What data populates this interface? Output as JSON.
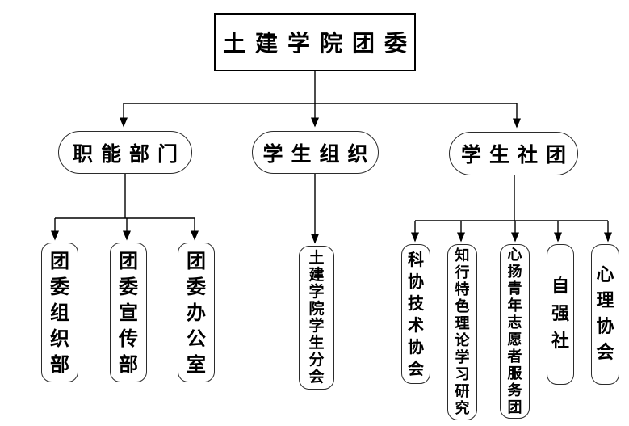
{
  "root": {
    "label": "土建学院团委"
  },
  "branches": [
    {
      "label": "职能部门",
      "children": [
        {
          "label": "团委组织部"
        },
        {
          "label": "团委宣传部"
        },
        {
          "label": "团委办公室"
        }
      ]
    },
    {
      "label": "学生组织",
      "children": [
        {
          "label": "土建学院学生分会"
        }
      ]
    },
    {
      "label": "学生社团",
      "children": [
        {
          "label": "科协技术协会"
        },
        {
          "label": "知行特色理论学习研究"
        },
        {
          "label": "心扬青年志愿者服务团"
        },
        {
          "label": "自强社"
        },
        {
          "label": "心理协会"
        }
      ]
    }
  ],
  "colors": {
    "background": "#ffffff",
    "line": "#000000",
    "border": "#2b2b2b",
    "text": "#000000"
  }
}
